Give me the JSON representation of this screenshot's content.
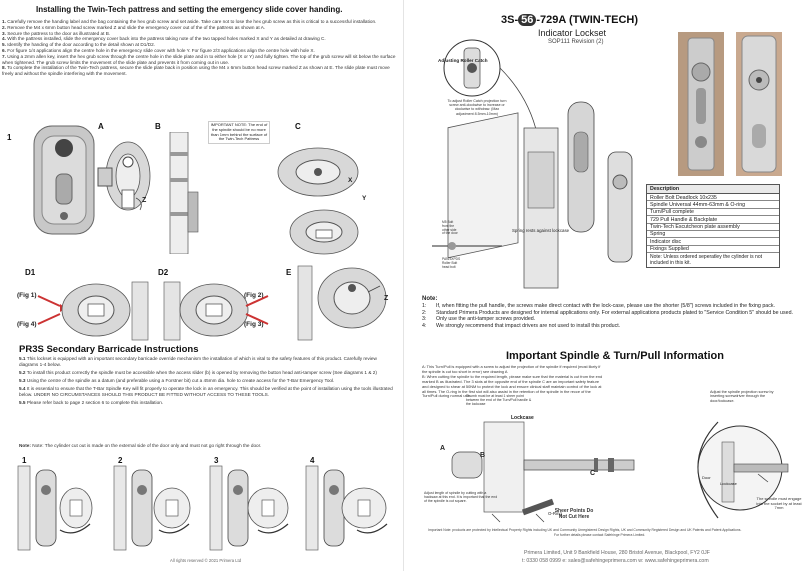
{
  "left_page": {
    "title": "Installing the Twin-Tech pattress and setting the emergency slide cover handing.",
    "steps": [
      {
        "n": "1.",
        "text": "Carefully remove the handing label and the bag containing the hex grub screw and set aside. Take care not to lose the hex grub screw as this is critical to a successful installation."
      },
      {
        "n": "2.",
        "text": "Remove the M4 x 6mm button head screw marked Z and slide the emergency cover out of the of the pattress as shown at A."
      },
      {
        "n": "3.",
        "text": "Secure the pattress to the door as illustrated at B."
      },
      {
        "n": "4.",
        "text": "With the pattress installed, slide the emergency cover back into the pattress taking note of the two tapped holes marked X and Y as detailed at drawing C."
      },
      {
        "n": "5.",
        "text": "Identify the handing of the door according to the detail shown at D1/D2."
      },
      {
        "n": "6.",
        "text": "For figure 1/4 applications align the centre hole in the emergency slide cover with hole Y. For figure 2/3 applications align the centre hole with hole X."
      },
      {
        "n": "7.",
        "text": "Using a 2mm allen key, insert the hex grub screw through the centre hole in the slide plate and in to either hole (X or Y) and fully tighten. The top of the grub screw will sit below the surface when tightened. The grub screw limits the movement of the slide plate and prevents it from coming out in use."
      },
      {
        "n": "8.",
        "text": "To complete the installation of the Twin-Tech pattress, secure the slide plate back in position using the M4 x 6mm button head screw marked Z as shown at E. The slide plate must move freely and without the spindle interfering with the movement."
      }
    ],
    "important_note": "IMPORTANT NOTE: The end of the spindle should be no more than 1mm behind the surface of the Twin-Tech Pattress",
    "figure_labels": {
      "one": "1",
      "a": "A",
      "b": "B",
      "c": "C",
      "d1": "D1",
      "d2": "D2",
      "e": "E"
    },
    "fig_callouts": {
      "fig1": "(Fig 1)",
      "fig4": "(Fig 4)",
      "fig2": "(Fig 2)",
      "fig3": "(Fig 3)",
      "z": "Z",
      "x": "X",
      "y": "Y"
    },
    "pr3s_title": "PR3S Secondary Barricade Instructions",
    "pr3s": [
      {
        "n": "5.1",
        "text": "This lockset is equipped with an important secondary barricade override mechanism the installation of which is vital to the safety features of this product. Carefully review diagrams 1-4 below."
      },
      {
        "n": "5.2",
        "text": "To install this product correctly the spindle must be accessible when the access slider (b) is opened by removing the button head anti-tamper screw (See diagrams 1 & 2)"
      },
      {
        "n": "5.3",
        "text": "Using the centre of the spindle as a datum (and preferable using a Forstner bit) cut a 45mm dia. hole to create access for the T-Bar Emergency Tool."
      },
      {
        "n": "5.4",
        "text": "It is essential to ensure that the T-Bar Spindle Key will fit properly to operate the lock in an emergency. This should be verified at the point of installation using the tools illustrated below. UNDER NO CIRCUMSTANCES SHOULD THIS PRODUCT BE FITTED WITHOUT ACCESS TO THESE TOOLS."
      },
      {
        "n": "5.5",
        "text": "Please refer back to page 2 section 6 to complete this installation."
      }
    ],
    "note_line": "Note: The cylinder cut out is made on the external side of the door only and must not go right through the door.",
    "step_numbers": [
      "1",
      "2",
      "3",
      "4"
    ],
    "copyright": "All rights reserved © 2021 Primera Ltd"
  },
  "right_page": {
    "model_prefix": "3S-",
    "model_badge": "56",
    "model_suffix": "-729A (TWIN-TECH)",
    "subtitle": "Indicator Lockset",
    "sop": "SOP111 Revision (2)",
    "callouts": {
      "adjusting_catch": "Adjusting Roller Catch",
      "adjust_note": "To adjust Roller Catch projection turn screw anti-clockwise to increase or clockwise to withdraw. (Max adjustment 8.5mm-10mm)",
      "spring_rests": "Spring rests against lockcase",
      "m5_bolt": "M5 Bolt from the other side of the door",
      "pan_head": "PAN/3XPDS Roller Bolt head bolt"
    },
    "description": {
      "header": "Description",
      "items": [
        "Roller Bolt Deadlock 10x235",
        "Spindle Universal 44mm-63mm & O-ring",
        "Turn/Pull complete",
        "729 Pull Handle & Backplate",
        "Twin-Tech Escutcheon plate assembly",
        "Spring",
        "Indicator disc",
        "Fixings Supplied"
      ],
      "note": "Note: Unless ordered seperatley the cylinder is not included in this kit."
    },
    "notes_label": "Note:",
    "notes": [
      {
        "n": "1:",
        "text": "If, when fitting the pull handle, the screws make direct contact with the lock-case, please use the shorter (5/8\") screws included in the fixing pack."
      },
      {
        "n": "2:",
        "text": "Standard Primera Products are designed for internal applications only. For external applications products plated to \"Service Condition 5\" should be used."
      },
      {
        "n": "3:",
        "text": "Only use the anti-tamper screws provided."
      },
      {
        "n": "4:",
        "text": "We strongly recommend that impact drivers are not used to install this product."
      }
    ],
    "spindle_title": "Important Spindle & Turn/Pull Information",
    "spindle_text": [
      "A: This Turn/Pull is equipped with a screw to adjust the projection of the spindle if required (most likely if the spindle is cut too short in error) see drawing A",
      "B: When cutting the spindle to the required length, please make sure that the material is cut from the end marked B as illustrated. The 3 slots at the opposite end of the spindle C are an important safety feature and designed to shear at 50NM to protect the lock and ensure clinical staff maintain control of the lock at all times. The O-ring in the first slot will also assist in the retention of the spindle in the recce of the Turn/Pull during normal use."
    ],
    "spindle_labels": {
      "lockcase": "Lockcase",
      "b": "B",
      "c": "C",
      "a": "A",
      "thumb_note": "Thumb must be at least 1 sheer point between the end of the Turn/Pull handle & the lockcase",
      "adjust_len": "Adjust length of spindle by cutting with a hacksaw at this end. It is important that the end of the spindle is cut square.",
      "sheer_points": "Sheer Points Do Not Cut Here",
      "o_ring": "O-Ring",
      "adjust_proj": "Adjust the spindle projection screw by inserting screwdriver through the door/lockcase.",
      "door": "Door",
      "lockcase2": "Lockcase",
      "spindle_must": "The spindle must engage into the socket by at least 7mm"
    },
    "important_note": "Important Note: products are protected by Intellectual Property Rights including UK and Community Unregistered Design Rights, UK and Community Registered Design and UK Patents and Patent Applications.",
    "further_details": "For further details please contact Safehinge Primera Limited.",
    "company": "Primera Limited, Unit 9 Bankfield House, 280 Bristol Avenue, Blackpool, FY2 0JF",
    "contact": "t: 0330 058 0999   e: sales@safehingeprimera.com   w: www.safehingeprimera.com",
    "badge_color": "#333333"
  }
}
